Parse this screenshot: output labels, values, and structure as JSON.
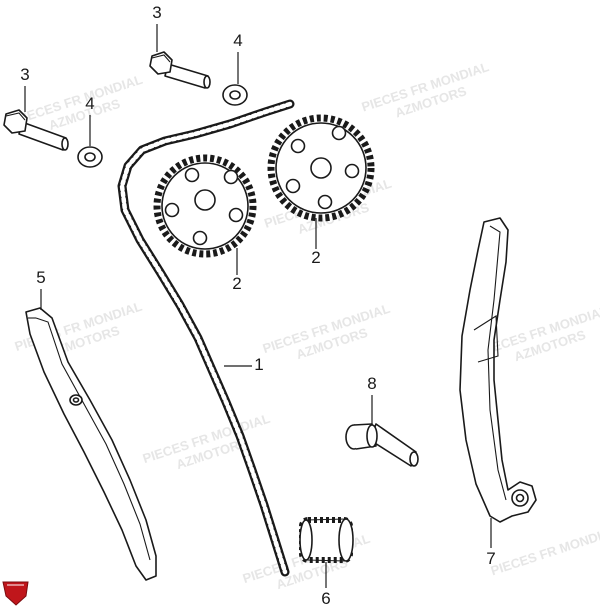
{
  "watermark": {
    "line1": "PIECES FR MONDIAL",
    "line2": "AZMOTORS"
  },
  "logo": {
    "text": "AZMOTORS",
    "color": "#c0161b"
  },
  "callouts": [
    {
      "id": "chain",
      "label": "1"
    },
    {
      "id": "sprocket-left",
      "label": "2"
    },
    {
      "id": "sprocket-right",
      "label": "2"
    },
    {
      "id": "bolt-left",
      "label": "3"
    },
    {
      "id": "bolt-top",
      "label": "3"
    },
    {
      "id": "washer-left",
      "label": "4"
    },
    {
      "id": "washer-top",
      "label": "4"
    },
    {
      "id": "tensioner-guide",
      "label": "5"
    },
    {
      "id": "crank-sprocket",
      "label": "6"
    },
    {
      "id": "chain-guide",
      "label": "7"
    },
    {
      "id": "pivot-bolt",
      "label": "8"
    }
  ]
}
